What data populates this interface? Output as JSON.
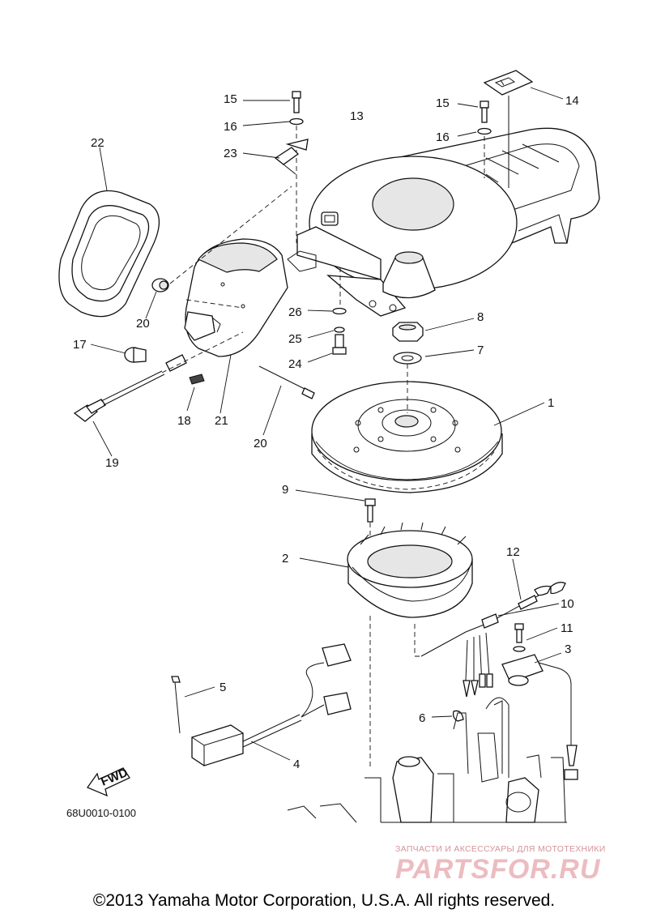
{
  "diagram": {
    "ref_code": "68U0010-0100",
    "fwd_label": "FWD",
    "callouts": [
      "1",
      "2",
      "3",
      "4",
      "5",
      "6",
      "7",
      "8",
      "9",
      "10",
      "11",
      "12",
      "13",
      "14",
      "15",
      "16",
      "17",
      "18",
      "19",
      "20",
      "21",
      "22",
      "23",
      "24",
      "25",
      "26"
    ]
  },
  "watermark": {
    "tagline": "ЗАПЧАСТИ И АКСЕССУАРЫ ДЛЯ МОТОТЕХНИКИ",
    "logo": "PARTSFOR.RU"
  },
  "footer": {
    "copyright": "©2013 Yamaha Motor Corporation, U.S.A. All rights reserved."
  }
}
